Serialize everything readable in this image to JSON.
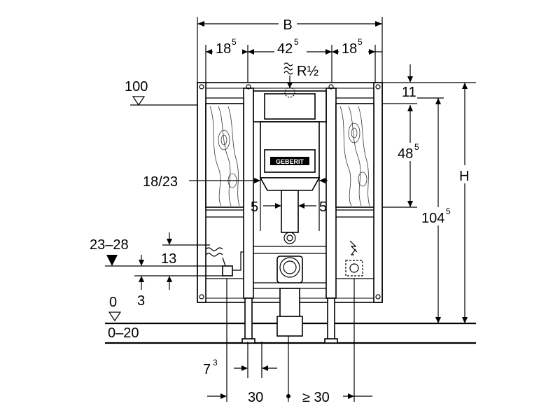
{
  "dimensions": {
    "B": "B",
    "w_left": "18",
    "w_left_sup": "5",
    "w_mid": "42",
    "w_mid_sup": "5",
    "w_right": "18",
    "w_right_sup": "5",
    "pipe": "R½",
    "level_100": "100",
    "d11": "11",
    "d48": "48",
    "d48_sup": "5",
    "H": "H",
    "d104": "104",
    "d104_sup": "5",
    "d18_23": "18/23",
    "d5_left": "5",
    "d5_right": "5",
    "d23_28": "23–28",
    "d13": "13",
    "d3": "3",
    "level_0": "0",
    "d0_20": "0–20",
    "d7": "7",
    "d7_sup": "3",
    "d30": "30",
    "dge30": "≥ 30"
  },
  "brand": "GEBERIT"
}
